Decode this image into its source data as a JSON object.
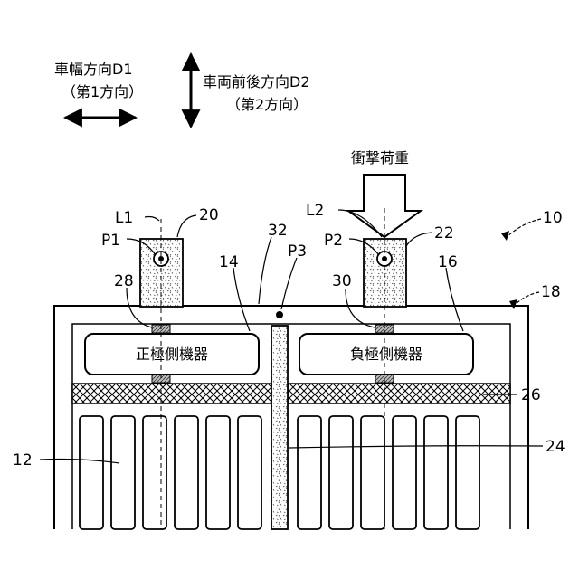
{
  "legend": {
    "width_direction": "車幅方向D1",
    "width_direction_note": "（第1方向）",
    "length_direction": "車両前後方向D2",
    "length_direction_note": "（第2方向）"
  },
  "load": {
    "label": "衝撃荷重"
  },
  "labels": {
    "L1": "L1",
    "L2": "L2",
    "P1": "P1",
    "P2": "P2",
    "P3": "P3",
    "n10": "10",
    "n12": "12",
    "n14": "14",
    "n16": "16",
    "n18": "18",
    "n20": "20",
    "n22": "22",
    "n24": "24",
    "n26": "26",
    "n28": "28",
    "n30": "30",
    "n32": "32"
  },
  "devices": {
    "positive": "正極側機器",
    "negative": "負極側機器"
  }
}
